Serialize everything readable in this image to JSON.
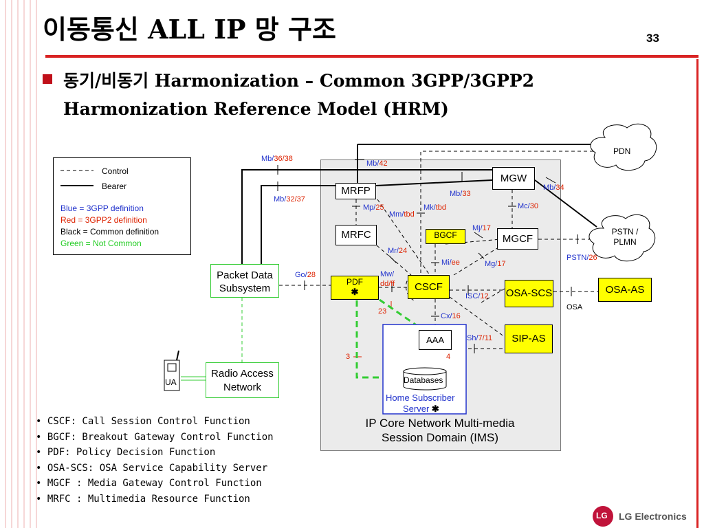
{
  "slide": {
    "title": "이동통신 ALL IP 망 구조",
    "page_number": "33",
    "bullet_line1": "동기/비동기 Harmonization – Common 3GPP/3GPP2",
    "bullet_line2": "Harmonization Reference Model (HRM)"
  },
  "legend": {
    "control": "Control",
    "bearer": "Bearer",
    "blue_def": "Blue = 3GPP definition",
    "red_def": "Red = 3GPP2 definition",
    "black_def": "Black = Common definition",
    "green_def": "Green = Not Common",
    "colors": {
      "blue": "#2233cc",
      "red": "#dd2200",
      "black": "#000000",
      "green": "#22cc22"
    }
  },
  "nodes": {
    "pdn": "PDN",
    "pstn": "PSTN / PLMN",
    "mgw": "MGW",
    "mrfp": "MRFP",
    "mrfc": "MRFC",
    "bgcf": "BGCF",
    "mgcf": "MGCF",
    "pdf": "PDF",
    "cscf": "CSCF",
    "osa_scs": "OSA-SCS",
    "osa_as": "OSA-AS",
    "sip_as": "SIP-AS",
    "aaa": "AAA",
    "databases": "Databases",
    "hss_line1": "Home Subscriber",
    "hss_line2": "Server",
    "packet_data_line1": "Packet Data",
    "packet_data_line2": "Subsystem",
    "ran_line1": "Radio Access",
    "ran_line2": "Network",
    "ua": "UA",
    "ims_line1": "IP Core Network Multi-media",
    "ims_line2": "Session Domain (IMS)",
    "star": "✱"
  },
  "interfaces": {
    "mb_36_38": {
      "blue": "Mb/",
      "red": "36/38"
    },
    "mb_42": {
      "blue": "Mb/",
      "red": "42"
    },
    "mb_32_37": {
      "blue": "Mb/",
      "red": "32/37"
    },
    "mb_33": {
      "blue": "Mb/",
      "red": "33"
    },
    "mb_34": {
      "blue": "Mb/",
      "red": "34"
    },
    "mp_25": {
      "blue": "Mp/",
      "red": "25"
    },
    "mm_tbd": {
      "blue": "Mm/",
      "red": "tbd"
    },
    "mk_tbd": {
      "blue": "Mk/",
      "red": "tbd"
    },
    "mc_30": {
      "blue": "Mc/",
      "red": "30"
    },
    "mj_17": {
      "blue": "Mj/",
      "red": "17"
    },
    "mr_24": {
      "blue": "Mr/",
      "red": "24"
    },
    "mi_ee": {
      "blue": "Mi/",
      "red": "ee"
    },
    "mg_17": {
      "blue": "Mg/",
      "red": "17"
    },
    "pstn_26": {
      "blue": "PSTN/",
      "red": "26"
    },
    "go_28": {
      "blue": "Go/",
      "red": "28"
    },
    "mw_dd_ff_1": {
      "blue": "Mw/",
      "red": ""
    },
    "mw_dd_ff_2": {
      "blue": "",
      "red": "dd/ff"
    },
    "isc_12": {
      "blue": "ISC/",
      "red": "12"
    },
    "osa": "OSA",
    "cx_16": {
      "blue": "Cx/",
      "red": "16"
    },
    "sh_7_11": {
      "blue": "Sh/",
      "red": "7/11"
    },
    "n23": "23",
    "n3": "3",
    "n4": "4"
  },
  "definitions": [
    "• CSCF: Call Session Control Function",
    "• BGCF: Breakout Gateway Control Function",
    "• PDF: Policy Decision Function",
    "• OSA-SCS: OSA Service Capability Server",
    "• MGCF : Media Gateway Control Function",
    "• MRFC : Multimedia Resource Function"
  ],
  "logo": {
    "text": "LG Electronics",
    "mark": "LG"
  }
}
